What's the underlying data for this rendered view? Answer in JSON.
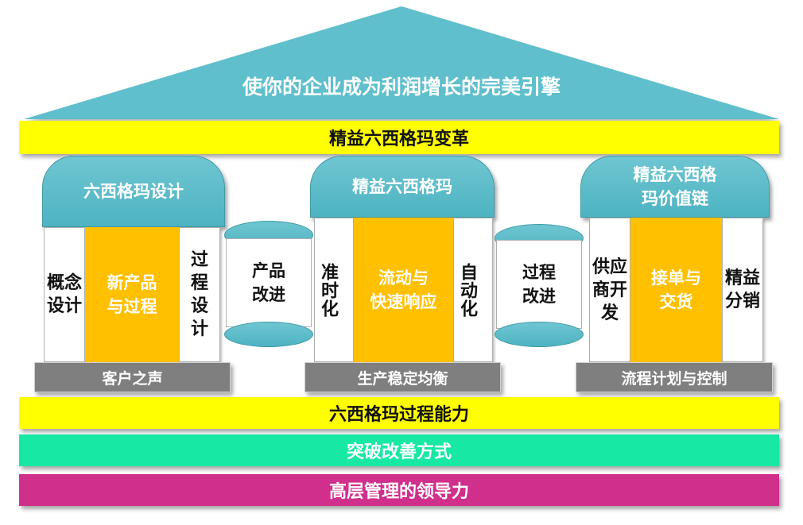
{
  "roof": {
    "title": "使你的企业成为利润增长的完美引擎"
  },
  "band_top": {
    "label": "精益六西格玛变革"
  },
  "pillars": [
    {
      "head_lines": [
        "六西格玛设计"
      ],
      "left_lines": [
        "概念",
        "设计"
      ],
      "center_lines": [
        "新产品",
        "与过程"
      ],
      "right_lines": [
        "过程",
        "设计"
      ],
      "base": "客户之声"
    },
    {
      "head_lines": [
        "精益六西格玛"
      ],
      "left": "准时化",
      "center_lines": [
        "流动与",
        "快速响应"
      ],
      "right": "自动化",
      "base": "生产稳定均衡"
    },
    {
      "head_lines": [
        "精益六西格",
        "玛价值链"
      ],
      "left_lines": [
        "供应",
        "商开",
        "发"
      ],
      "center_lines": [
        "接单与",
        "交货"
      ],
      "right_lines": [
        "精益",
        "分销"
      ],
      "base": "流程计划与控制"
    }
  ],
  "connectors": [
    {
      "lines": [
        "产品",
        "改进"
      ]
    },
    {
      "lines": [
        "过程",
        "改进"
      ]
    }
  ],
  "bands": [
    {
      "label": "六西格玛过程能力",
      "color": "#ffff00",
      "text_color": "#111111"
    },
    {
      "label": "突破改善方式",
      "color": "#17e8a4",
      "text_color": "#ffffff"
    },
    {
      "label": "高层管理的领导力",
      "color": "#d12f8c",
      "text_color": "#ffffff"
    }
  ],
  "colors": {
    "roof": "#5fbfcc",
    "pillar_head": "#5bbcc9",
    "pillar_center": "#ffc000",
    "pillar_base": "#7f7f7f",
    "band_yellow": "#ffff00"
  }
}
